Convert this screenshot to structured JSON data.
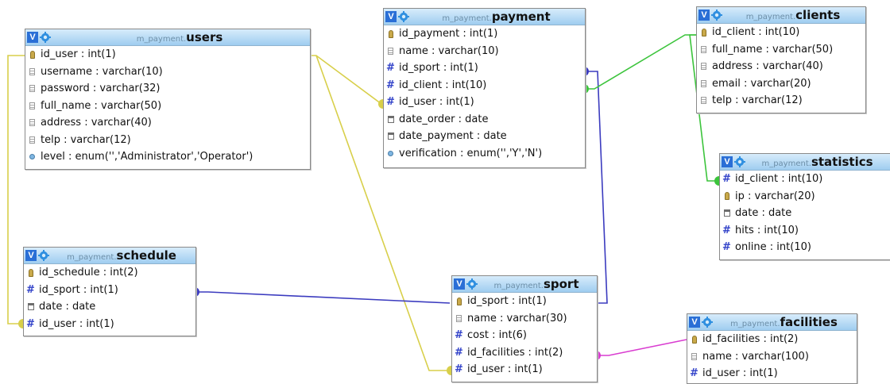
{
  "diagram": {
    "db_prefix": "m_payment.",
    "tables": {
      "users": {
        "name": "users",
        "columns": [
          {
            "icon": "key",
            "text": "id_user : int(1)"
          },
          {
            "icon": "text",
            "text": "username : varchar(10)"
          },
          {
            "icon": "text",
            "text": "password : varchar(32)"
          },
          {
            "icon": "text",
            "text": "full_name : varchar(50)"
          },
          {
            "icon": "text",
            "text": "address : varchar(40)"
          },
          {
            "icon": "text",
            "text": "telp : varchar(12)"
          },
          {
            "icon": "enum",
            "text": "level : enum('','Administrator','Operator')"
          }
        ]
      },
      "payment": {
        "name": "payment",
        "columns": [
          {
            "icon": "key",
            "text": "id_payment : int(1)"
          },
          {
            "icon": "text",
            "text": "name : varchar(10)"
          },
          {
            "icon": "num",
            "text": "id_sport : int(1)"
          },
          {
            "icon": "num",
            "text": "id_client : int(10)"
          },
          {
            "icon": "num",
            "text": "id_user : int(1)"
          },
          {
            "icon": "date",
            "text": "date_order : date"
          },
          {
            "icon": "date",
            "text": "date_payment : date"
          },
          {
            "icon": "enum",
            "text": "verification : enum('','Y','N')"
          }
        ]
      },
      "clients": {
        "name": "clients",
        "columns": [
          {
            "icon": "key",
            "text": "id_client : int(10)"
          },
          {
            "icon": "text",
            "text": "full_name : varchar(50)"
          },
          {
            "icon": "text",
            "text": "address : varchar(40)"
          },
          {
            "icon": "text",
            "text": "email : varchar(20)"
          },
          {
            "icon": "text",
            "text": "telp : varchar(12)"
          }
        ]
      },
      "statistics": {
        "name": "statistics",
        "columns": [
          {
            "icon": "num",
            "text": "id_client : int(10)"
          },
          {
            "icon": "key",
            "text": "ip : varchar(20)"
          },
          {
            "icon": "date",
            "text": "date : date"
          },
          {
            "icon": "num",
            "text": "hits : int(10)"
          },
          {
            "icon": "num",
            "text": "online : int(10)"
          }
        ]
      },
      "schedule": {
        "name": "schedule",
        "columns": [
          {
            "icon": "key",
            "text": "id_schedule : int(2)"
          },
          {
            "icon": "num",
            "text": "id_sport : int(1)"
          },
          {
            "icon": "date",
            "text": "date : date"
          },
          {
            "icon": "num",
            "text": "id_user : int(1)"
          }
        ]
      },
      "sport": {
        "name": "sport",
        "columns": [
          {
            "icon": "key",
            "text": "id_sport : int(1)"
          },
          {
            "icon": "text",
            "text": "name : varchar(30)"
          },
          {
            "icon": "num",
            "text": "cost : int(6)"
          },
          {
            "icon": "num",
            "text": "id_facilities : int(2)"
          },
          {
            "icon": "num",
            "text": "id_user : int(1)"
          }
        ]
      },
      "facilities": {
        "name": "facilities",
        "columns": [
          {
            "icon": "key",
            "text": "id_facilities : int(2)"
          },
          {
            "icon": "text",
            "text": "name : varchar(100)"
          },
          {
            "icon": "num",
            "text": "id_user : int(1)"
          }
        ]
      }
    },
    "relation_colors": {
      "users": "#d8cf4a",
      "sport_id": "#3b3bbf",
      "clients": "#3cc43c",
      "facilities": "#d93cd0"
    }
  }
}
